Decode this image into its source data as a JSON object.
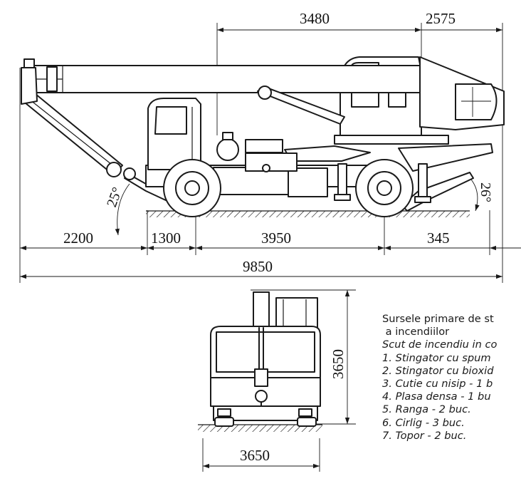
{
  "dimensions": {
    "side_top_left": "3480",
    "side_top_right": "2575",
    "side_bottom_1": "2200",
    "side_bottom_2": "1300",
    "side_bottom_3": "3950",
    "side_bottom_4": "345",
    "total_length": "9850",
    "angle_left": "25°",
    "angle_right": "26°",
    "front_height": "3650",
    "front_width": "3650"
  },
  "notes": {
    "heading_line1": "Sursele primare de st",
    "heading_line2": " a incendiilor",
    "subheading": "Scut de incendiu in co",
    "items": [
      "1. Stingator cu spum",
      "2. Stingator cu bioxid",
      "3. Cutie cu nisip - 1 b",
      "4. Plasa densa - 1 bu",
      "5. Ranga - 2 buc.",
      "6. Cirlig - 3 buc.",
      "7. Topor - 2 buc."
    ]
  }
}
